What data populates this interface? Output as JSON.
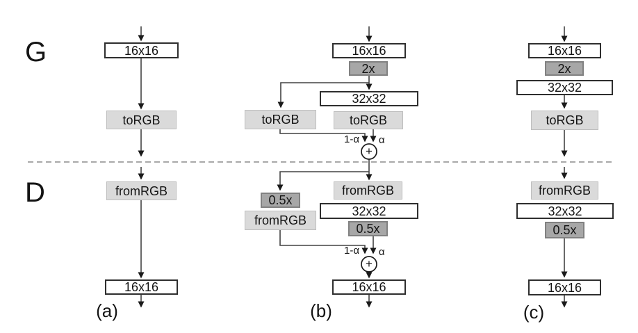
{
  "diagram": {
    "generator_label": "G",
    "discriminator_label": "D",
    "separator_style": "dashed",
    "columns": [
      {
        "caption": "(a)",
        "generator": [
          {
            "label": "16x16",
            "type": "feature_map"
          },
          {
            "label": "toRGB",
            "type": "to_rgb"
          }
        ],
        "discriminator": [
          {
            "label": "fromRGB",
            "type": "from_rgb"
          },
          {
            "label": "16x16",
            "type": "feature_map"
          }
        ]
      },
      {
        "caption": "(b)",
        "generator": [
          {
            "label": "16x16",
            "type": "feature_map"
          },
          {
            "label": "2x",
            "type": "upsample"
          },
          {
            "label": "32x32",
            "type": "feature_map"
          },
          {
            "label": "toRGB",
            "type": "to_rgb"
          },
          {
            "label": "toRGB",
            "type": "to_rgb"
          }
        ],
        "generator_blend": {
          "left_weight": "1-α",
          "right_weight": "α",
          "op": "+"
        },
        "discriminator": [
          {
            "label": "fromRGB",
            "type": "from_rgb"
          },
          {
            "label": "0.5x",
            "type": "downsample"
          },
          {
            "label": "32x32",
            "type": "feature_map"
          },
          {
            "label": "fromRGB",
            "type": "from_rgb"
          },
          {
            "label": "0.5x",
            "type": "downsample"
          },
          {
            "label": "16x16",
            "type": "feature_map"
          }
        ],
        "discriminator_blend": {
          "left_weight": "1-α",
          "right_weight": "α",
          "op": "+"
        }
      },
      {
        "caption": "(c)",
        "generator": [
          {
            "label": "16x16",
            "type": "feature_map"
          },
          {
            "label": "2x",
            "type": "upsample"
          },
          {
            "label": "32x32",
            "type": "feature_map"
          },
          {
            "label": "toRGB",
            "type": "to_rgb"
          }
        ],
        "discriminator": [
          {
            "label": "fromRGB",
            "type": "from_rgb"
          },
          {
            "label": "32x32",
            "type": "feature_map"
          },
          {
            "label": "0.5x",
            "type": "downsample"
          },
          {
            "label": "16x16",
            "type": "feature_map"
          }
        ]
      }
    ]
  },
  "colors": {
    "feature_box_fill": "#ffffff",
    "feature_box_border": "#2e2e2e",
    "rgb_box_fill": "#dadada",
    "rgb_box_border": "#bdbdbd",
    "resample_box_fill": "#a7a7a7",
    "resample_box_border": "#818181",
    "wire": "#424242",
    "arrowhead": "#1a1a1a",
    "separator": "#a9a9a9"
  }
}
